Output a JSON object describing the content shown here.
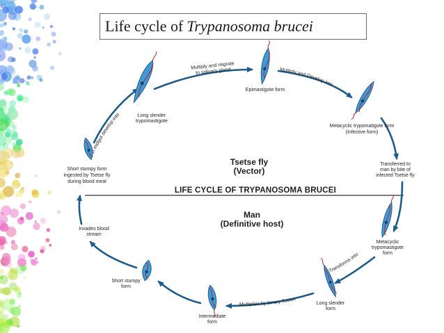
{
  "slide_title": {
    "plain": "Life cycle of",
    "italic": "Trypanosoma brucei"
  },
  "center_title": "LIFE CYCLE OF TRYPANOSOMA BRUCEI",
  "hosts": {
    "vector": {
      "name": "Tsetse fly",
      "role": "(Vector)"
    },
    "definitive": {
      "name": "Man",
      "role": "(Definitive host)"
    }
  },
  "stages": {
    "epimastigote": [
      "Epimastigote form"
    ],
    "metacyclic_fly": [
      "Metacyclic trypomatigote form",
      "(Infective form)"
    ],
    "metacyclic_man": [
      "Metacyclic",
      "trypomastigote",
      "form"
    ],
    "long_slender_man": [
      "Long slender",
      "form"
    ],
    "intermediate": [
      "Intermediate",
      "form"
    ],
    "short_stumpy_man": [
      "Short stumpy",
      "form"
    ],
    "short_stumpy_ingested": [
      "Short stumpy form",
      "ingested by Tsetse fly",
      "during blood meal"
    ],
    "long_slender_fly": [
      "Long slender",
      "trypomastigote"
    ]
  },
  "arrows": {
    "multiply_migrate": [
      "Multiply and migrate",
      "to salivary gland"
    ],
    "multiply_develop": "Multiply and Develop into",
    "transferred": [
      "Transferred to",
      "man by bite of",
      "infected Tsetse fly"
    ],
    "transforms": "Transforms into",
    "binary_fission": "Multiplies by binary fission",
    "invades_blood": [
      "Invades blood",
      "stream"
    ],
    "midgut": "In midgut develop into"
  },
  "colors": {
    "arrow": "#1c5a8a",
    "parasite_fill": "#3f9ad8",
    "parasite_edge": "#1e5d96",
    "flagellum": "#c42020",
    "text": "#1e1e1e"
  }
}
